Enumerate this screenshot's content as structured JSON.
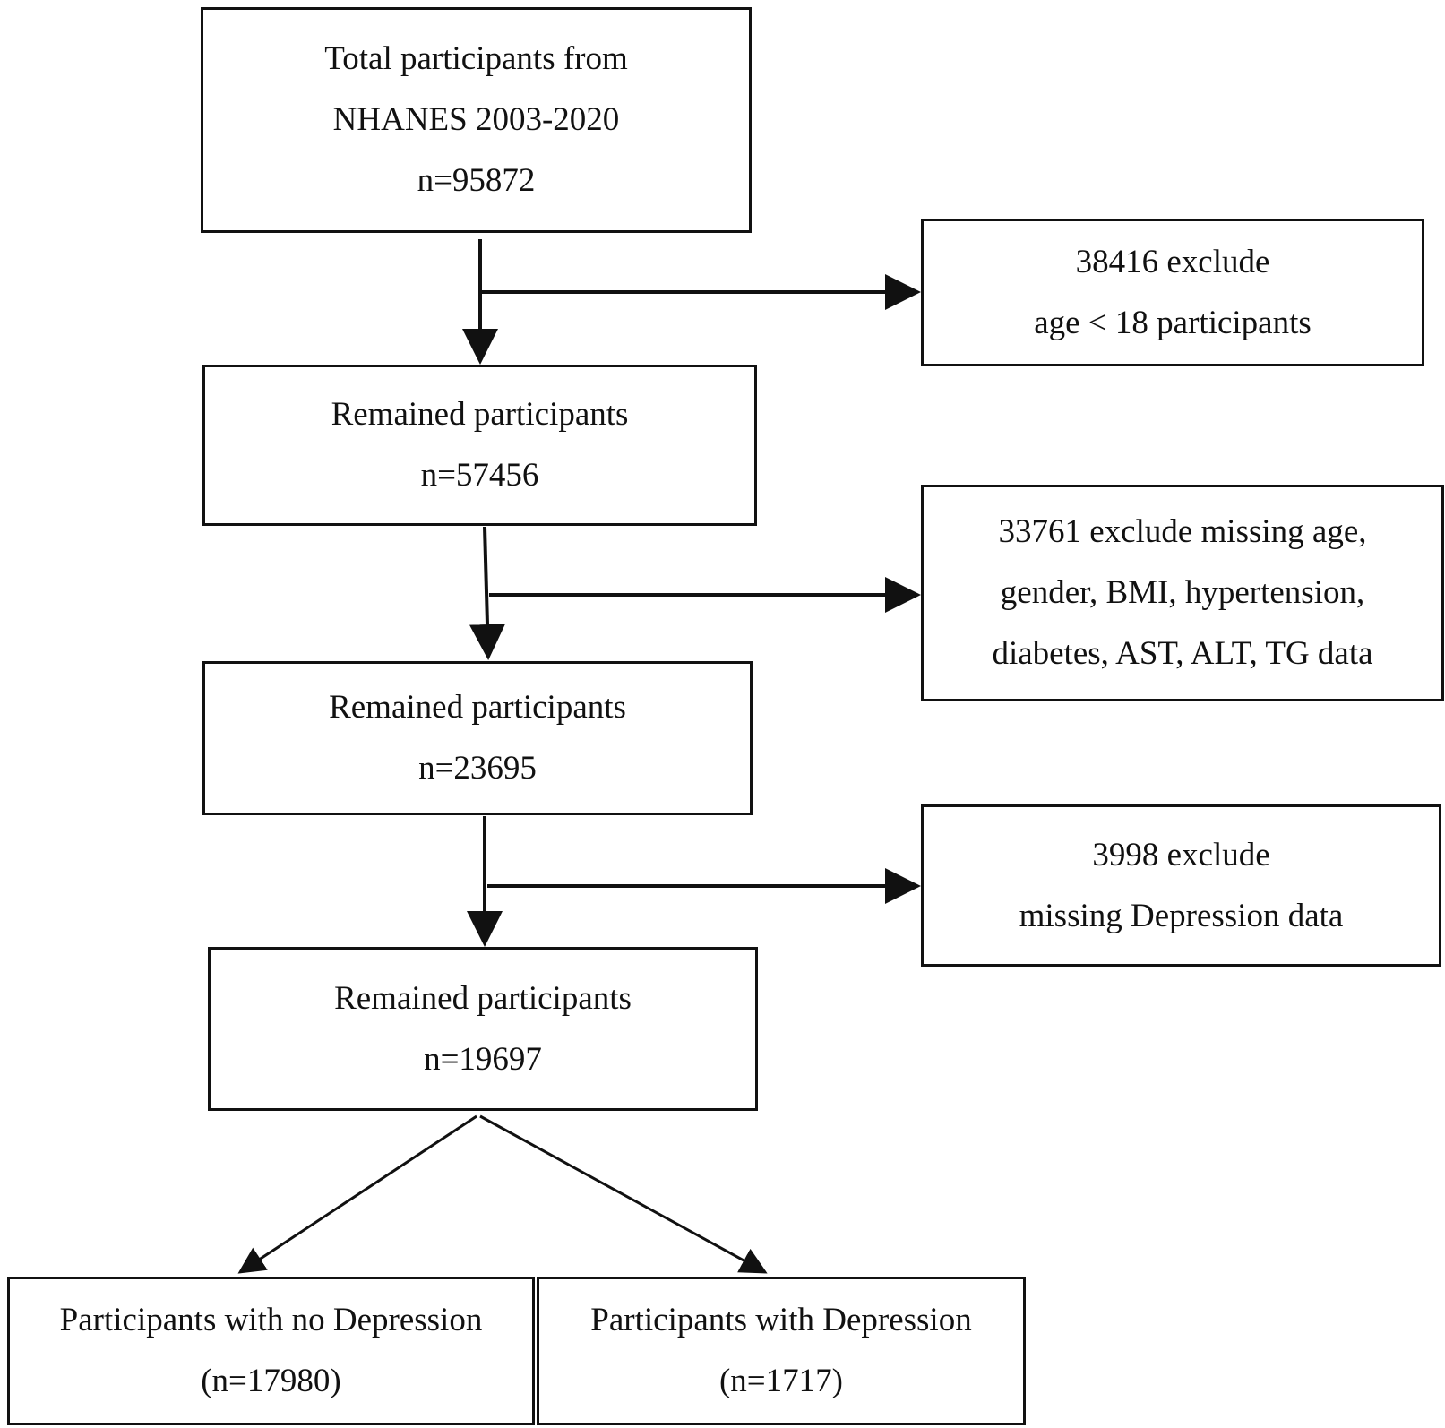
{
  "boxes": {
    "total": {
      "lines": [
        "Total participants from",
        "NHANES 2003-2020",
        "n=95872"
      ]
    },
    "exclude_age": {
      "lines": [
        "38416 exclude",
        "age < 18 participants"
      ]
    },
    "remained_1": {
      "lines": [
        "Remained participants",
        "n=57456"
      ]
    },
    "exclude_missing": {
      "lines": [
        "33761 exclude missing age,",
        "gender, BMI, hypertension,",
        "diabetes, AST, ALT, TG data"
      ]
    },
    "remained_2": {
      "lines": [
        "Remained participants",
        "n=23695"
      ]
    },
    "exclude_depression": {
      "lines": [
        "3998 exclude",
        "missing Depression data"
      ]
    },
    "remained_3": {
      "lines": [
        "Remained participants",
        "n=19697"
      ]
    },
    "no_depression": {
      "lines": [
        "Participants with no Depression",
        "(n=17980)"
      ]
    },
    "depression": {
      "lines": [
        "Participants with Depression",
        "(n=1717)"
      ]
    }
  },
  "colors": {
    "stroke": "#111111",
    "background": "#ffffff"
  }
}
